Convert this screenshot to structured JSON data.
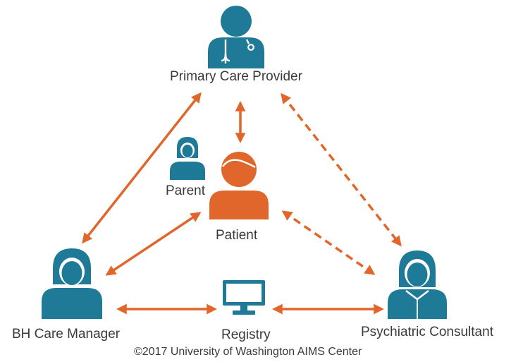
{
  "colors": {
    "teal": "#1E7A96",
    "orange": "#E0662B",
    "text": "#3A3A3A"
  },
  "nodes": {
    "pcp": {
      "label": "Primary Care Provider",
      "icon": "doctor-icon"
    },
    "parent": {
      "label": "Parent",
      "icon": "woman-icon"
    },
    "patient": {
      "label": "Patient",
      "icon": "person-icon"
    },
    "bhcm": {
      "label": "BH Care Manager",
      "icon": "woman-icon"
    },
    "registry": {
      "label": "Registry",
      "icon": "monitor-icon"
    },
    "psych": {
      "label": "Psychiatric Consultant",
      "icon": "woman-consultant-icon"
    }
  },
  "connections": [
    {
      "from": "Primary Care Provider",
      "to": "Patient",
      "style": "solid"
    },
    {
      "from": "Primary Care Provider",
      "to": "BH Care Manager",
      "style": "solid"
    },
    {
      "from": "Primary Care Provider",
      "to": "Psychiatric Consultant",
      "style": "dashed"
    },
    {
      "from": "Patient",
      "to": "BH Care Manager",
      "style": "solid"
    },
    {
      "from": "Patient",
      "to": "Psychiatric Consultant",
      "style": "dashed"
    },
    {
      "from": "BH Care Manager",
      "to": "Registry",
      "style": "solid"
    },
    {
      "from": "Registry",
      "to": "Psychiatric Consultant",
      "style": "solid"
    }
  ],
  "footer": {
    "copyright": "©2017 University of Washington AIMS Center"
  }
}
